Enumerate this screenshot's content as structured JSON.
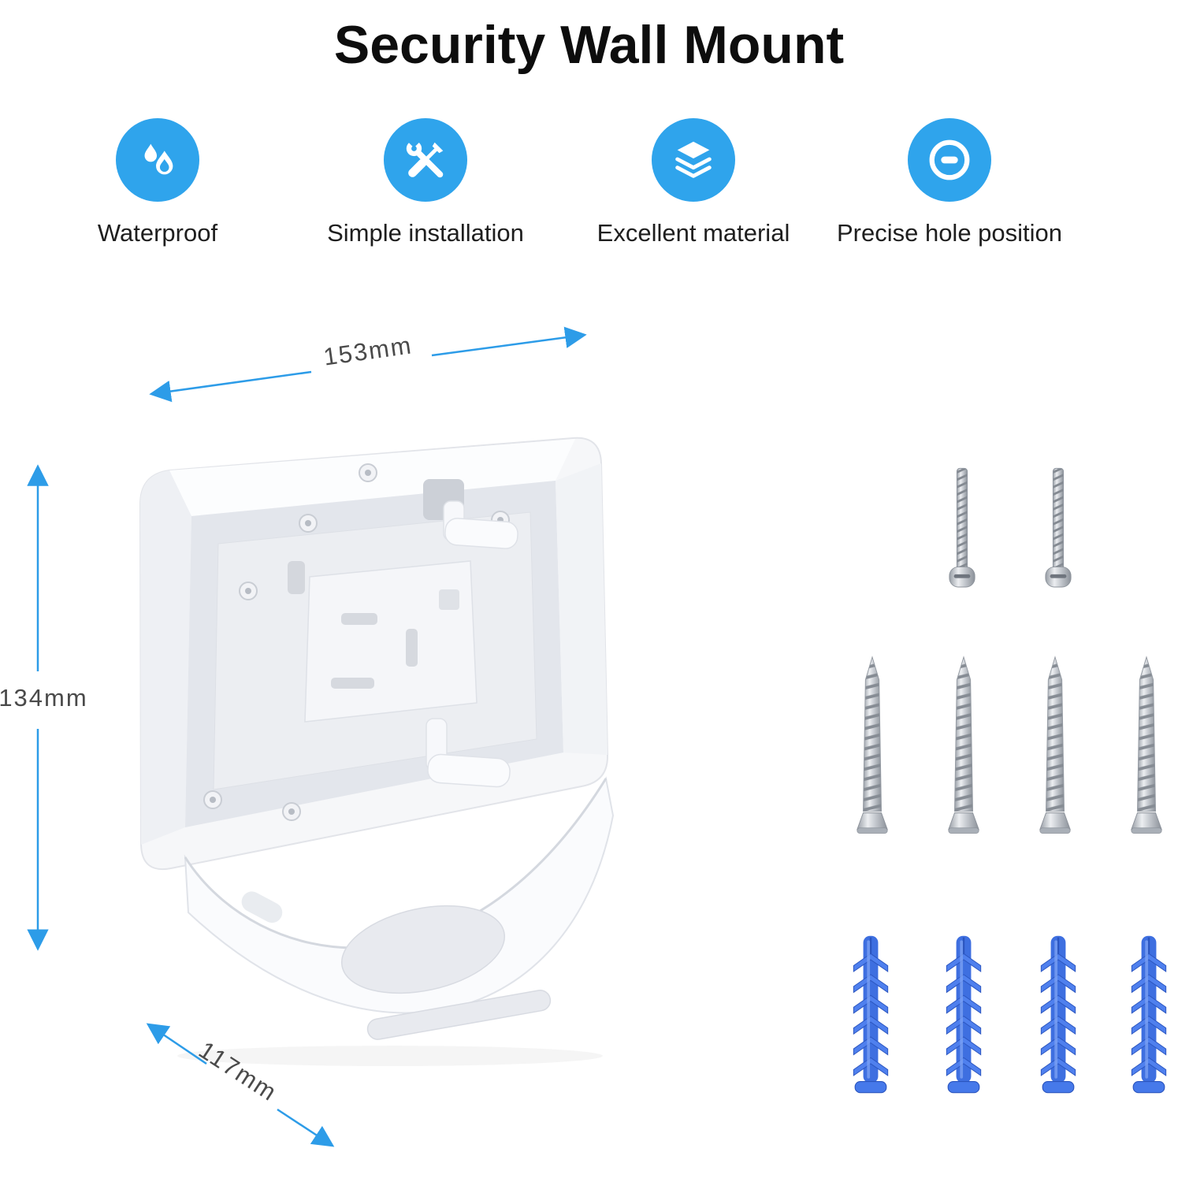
{
  "title": "Security Wall Mount",
  "features": [
    {
      "label": "Waterproof",
      "icon": "water-drops-icon"
    },
    {
      "label": "Simple installation",
      "icon": "crossed-tools-icon"
    },
    {
      "label": "Excellent material",
      "icon": "layers-icon"
    },
    {
      "label": "Precise hole position",
      "icon": "ring-slot-icon"
    }
  ],
  "dimensions": {
    "width_label": "153mm",
    "height_label": "134mm",
    "depth_label": "117mm"
  },
  "hardware": {
    "machine_screws_count": 2,
    "wood_screws_count": 4,
    "wall_anchors_count": 4
  },
  "colors": {
    "feature_icon_blue": "#2FA4EC",
    "dimension_arrow_blue": "#2D9CE8",
    "anchor_blue": "#4679EA",
    "bracket_white": "#F6F7F9",
    "title_text": "#0D0D0D",
    "label_text": "#1E1E1E",
    "dimension_text": "#4A4A4A"
  }
}
